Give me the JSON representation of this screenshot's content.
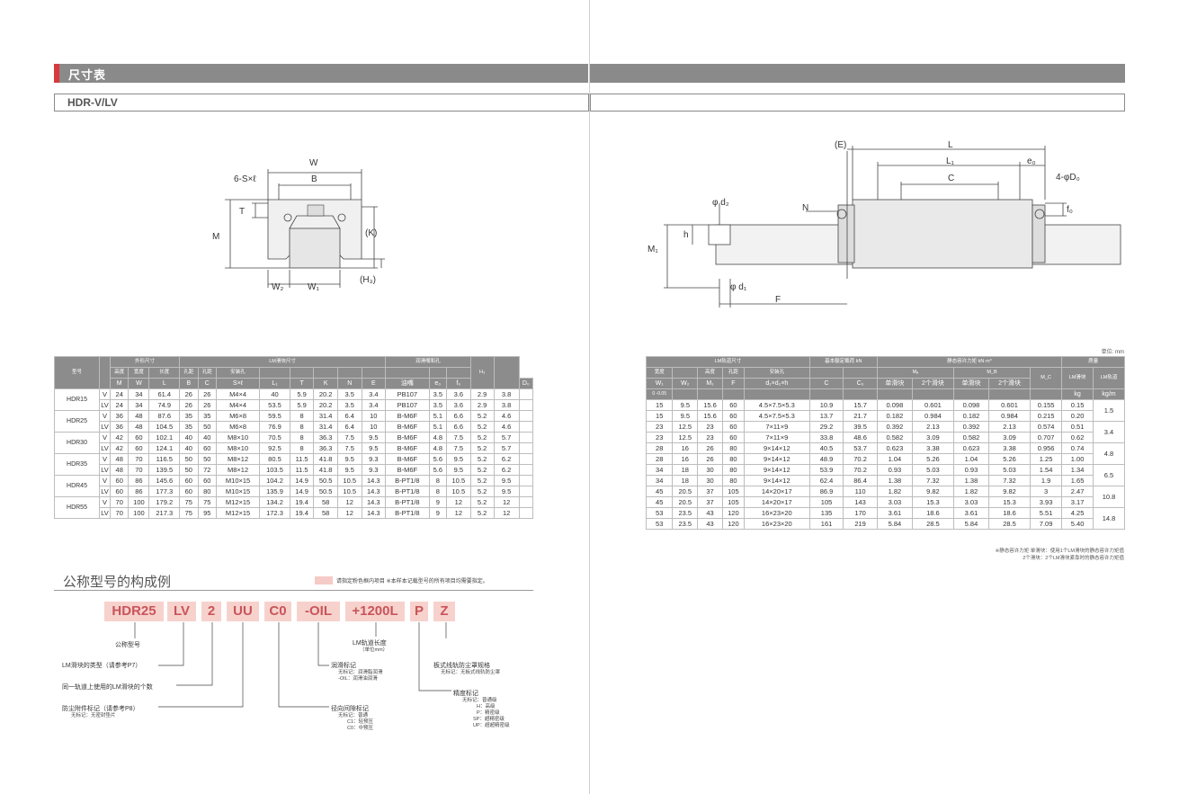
{
  "section_title": "尺寸表",
  "model_name": "HDR-V/LV",
  "unit_note": "单位: mm",
  "diagram_labels": {
    "W": "W",
    "B": "B",
    "S": "6-S×ℓ",
    "T": "T",
    "M": "M",
    "K": "(K)",
    "H3": "(H₃)",
    "W2": "W₂",
    "W1": "W₁",
    "E": "(E)",
    "L": "L",
    "L1": "L₁",
    "C": "C",
    "e0": "e₀",
    "D0": "4-φD₀",
    "f0": "f₀",
    "N": "N",
    "d2": "φ d₂",
    "h": "h",
    "M1": "M₁",
    "d1": "φ d₁",
    "F": "F"
  },
  "left_table": {
    "group_headers": [
      "外形尺寸",
      "LM滑块尺寸",
      "润滑嘴和孔"
    ],
    "col_names": [
      "型号",
      "高度",
      "宽度",
      "长度",
      "孔距",
      "孔距",
      "安装孔"
    ],
    "symbols": [
      "M",
      "W",
      "L",
      "B",
      "C",
      "S×ℓ",
      "L₁",
      "T",
      "K",
      "N",
      "E",
      "油嘴",
      "e₀",
      "f₀",
      "D₀",
      "H₃"
    ],
    "rows": [
      [
        "HDR15",
        "V",
        "24",
        "34",
        "61.4",
        "26",
        "26",
        "M4×4",
        "40",
        "5.9",
        "20.2",
        "3.5",
        "3.4",
        "PB107",
        "3.5",
        "3.6",
        "2.9",
        "3.8"
      ],
      [
        "",
        "LV",
        "24",
        "34",
        "74.9",
        "26",
        "26",
        "M4×4",
        "53.5",
        "5.9",
        "20.2",
        "3.5",
        "3.4",
        "PB107",
        "3.5",
        "3.6",
        "2.9",
        "3.8"
      ],
      [
        "HDR25",
        "V",
        "36",
        "48",
        "87.6",
        "35",
        "35",
        "M6×8",
        "59.5",
        "8",
        "31.4",
        "6.4",
        "10",
        "B-M6F",
        "5.1",
        "6.6",
        "5.2",
        "4.6"
      ],
      [
        "",
        "LV",
        "36",
        "48",
        "104.5",
        "35",
        "50",
        "M6×8",
        "76.9",
        "8",
        "31.4",
        "6.4",
        "10",
        "B-M6F",
        "5.1",
        "6.6",
        "5.2",
        "4.6"
      ],
      [
        "HDR30",
        "V",
        "42",
        "60",
        "102.1",
        "40",
        "40",
        "M8×10",
        "70.5",
        "8",
        "36.3",
        "7.5",
        "9.5",
        "B-M6F",
        "4.8",
        "7.5",
        "5.2",
        "5.7"
      ],
      [
        "",
        "LV",
        "42",
        "60",
        "124.1",
        "40",
        "60",
        "M8×10",
        "92.5",
        "8",
        "36.3",
        "7.5",
        "9.5",
        "B-M6F",
        "4.8",
        "7.5",
        "5.2",
        "5.7"
      ],
      [
        "HDR35",
        "V",
        "48",
        "70",
        "116.5",
        "50",
        "50",
        "M8×12",
        "80.5",
        "11.5",
        "41.8",
        "9.5",
        "9.3",
        "B-M6F",
        "5.6",
        "9.5",
        "5.2",
        "6.2"
      ],
      [
        "",
        "LV",
        "48",
        "70",
        "139.5",
        "50",
        "72",
        "M8×12",
        "103.5",
        "11.5",
        "41.8",
        "9.5",
        "9.3",
        "B-M6F",
        "5.6",
        "9.5",
        "5.2",
        "6.2"
      ],
      [
        "HDR45",
        "V",
        "60",
        "86",
        "145.6",
        "60",
        "60",
        "M10×15",
        "104.2",
        "14.9",
        "50.5",
        "10.5",
        "14.3",
        "B-PT1/8",
        "8",
        "10.5",
        "5.2",
        "9.5"
      ],
      [
        "",
        "LV",
        "60",
        "86",
        "177.3",
        "60",
        "80",
        "M10×15",
        "135.9",
        "14.9",
        "50.5",
        "10.5",
        "14.3",
        "B-PT1/8",
        "8",
        "10.5",
        "5.2",
        "9.5"
      ],
      [
        "HDR55",
        "V",
        "70",
        "100",
        "179.2",
        "75",
        "75",
        "M12×15",
        "134.2",
        "19.4",
        "58",
        "12",
        "14.3",
        "B-PT1/8",
        "9",
        "12",
        "5.2",
        "12"
      ],
      [
        "",
        "LV",
        "70",
        "100",
        "217.3",
        "75",
        "95",
        "M12×15",
        "172.3",
        "19.4",
        "58",
        "12",
        "14.3",
        "B-PT1/8",
        "9",
        "12",
        "5.2",
        "12"
      ]
    ]
  },
  "right_table": {
    "group_headers": [
      "LM轨道尺寸",
      "基本额定载荷 kN",
      "静态容许力矩 kN·m*",
      "质量"
    ],
    "col_names": [
      "宽度",
      "高度",
      "孔距",
      "安装孔",
      "LM滑块",
      "LM轨道",
      "单滑块",
      "2个滑块"
    ],
    "symbols": [
      "W₁",
      "W₂",
      "M₁",
      "F",
      "d₁×d₂×h",
      "C",
      "C₀",
      "Mₐ",
      "M_B",
      "M_C",
      "kg",
      "kg/m"
    ],
    "w1_tol": "0\n-0.05",
    "rows": [
      [
        "15",
        "9.5",
        "15.6",
        "60",
        "4.5×7.5×5.3",
        "10.9",
        "15.7",
        "0.098",
        "0.601",
        "0.098",
        "0.601",
        "0.155",
        "0.15",
        "1.5"
      ],
      [
        "15",
        "9.5",
        "15.6",
        "60",
        "4.5×7.5×5.3",
        "13.7",
        "21.7",
        "0.182",
        "0.984",
        "0.182",
        "0.984",
        "0.215",
        "0.20",
        ""
      ],
      [
        "23",
        "12.5",
        "23",
        "60",
        "7×11×9",
        "29.2",
        "39.5",
        "0.392",
        "2.13",
        "0.392",
        "2.13",
        "0.574",
        "0.51",
        "3.4"
      ],
      [
        "23",
        "12.5",
        "23",
        "60",
        "7×11×9",
        "33.8",
        "48.6",
        "0.582",
        "3.09",
        "0.582",
        "3.09",
        "0.707",
        "0.62",
        ""
      ],
      [
        "28",
        "16",
        "26",
        "80",
        "9×14×12",
        "40.5",
        "53.7",
        "0.623",
        "3.38",
        "0.623",
        "3.38",
        "0.956",
        "0.74",
        "4.8"
      ],
      [
        "28",
        "16",
        "26",
        "80",
        "9×14×12",
        "48.9",
        "70.2",
        "1.04",
        "5.26",
        "1.04",
        "5.26",
        "1.25",
        "1.00",
        ""
      ],
      [
        "34",
        "18",
        "30",
        "80",
        "9×14×12",
        "53.9",
        "70.2",
        "0.93",
        "5.03",
        "0.93",
        "5.03",
        "1.54",
        "1.34",
        "6.5"
      ],
      [
        "34",
        "18",
        "30",
        "80",
        "9×14×12",
        "62.4",
        "86.4",
        "1.38",
        "7.32",
        "1.38",
        "7.32",
        "1.9",
        "1.65",
        ""
      ],
      [
        "45",
        "20.5",
        "37",
        "105",
        "14×20×17",
        "86.9",
        "110",
        "1.82",
        "9.82",
        "1.82",
        "9.82",
        "3",
        "2.47",
        "10.8"
      ],
      [
        "45",
        "20.5",
        "37",
        "105",
        "14×20×17",
        "105",
        "143",
        "3.03",
        "15.3",
        "3.03",
        "15.3",
        "3.93",
        "3.17",
        ""
      ],
      [
        "53",
        "23.5",
        "43",
        "120",
        "16×23×20",
        "135",
        "170",
        "3.61",
        "18.6",
        "3.61",
        "18.6",
        "5.51",
        "4.25",
        "14.8"
      ],
      [
        "53",
        "23.5",
        "43",
        "120",
        "16×23×20",
        "161",
        "219",
        "5.84",
        "28.5",
        "5.84",
        "28.5",
        "7.09",
        "5.40",
        ""
      ]
    ]
  },
  "notes": [
    "※静态容许力矩  单滑块：使用1个LM滑块的静态容许力矩值",
    "2个滑块：2个LM滑块紧靠时的静态容许力矩值"
  ],
  "composition": {
    "title": "公称型号的构成例",
    "legend": "请指定粉色框内项目 ※本样本记载型号的所有项目均需要指定。",
    "codes": [
      "HDR25",
      "LV",
      "2",
      "UU",
      "C0",
      "-OIL",
      "+1200L",
      "P",
      "Z"
    ],
    "labels": {
      "model": "公称型号",
      "block_type": "LM滑块的类型（请参考P7）",
      "block_count": "同一轨道上使用的LM滑块的个数",
      "dust": "防尘附件标记（请参考P8）",
      "dust_sub": "无标记：无密封垫片",
      "lube": "润滑标记",
      "lube_sub1": "无标记：润滑脂润滑",
      "lube_sub2": "-OIL：润滑油润滑",
      "length": "LM轨道长度",
      "length_sub": "（单位mm）",
      "clearance": "径向间隙标记",
      "clr_sub1": "无标记：普通",
      "clr_sub2": "C1：轻预压",
      "clr_sub3": "C0：中预压",
      "accuracy": "精度标记",
      "acc_sub1": "无标记：普通级",
      "acc_sub2": "H：高级",
      "acc_sub3": "P：精密级",
      "acc_sub4": "SP：超精密级",
      "acc_sub5": "UP：超超精密级",
      "rail_dust": "板式线轨防尘罩规格",
      "rail_dust_sub": "无标记：无板式线轨防尘罩"
    }
  }
}
